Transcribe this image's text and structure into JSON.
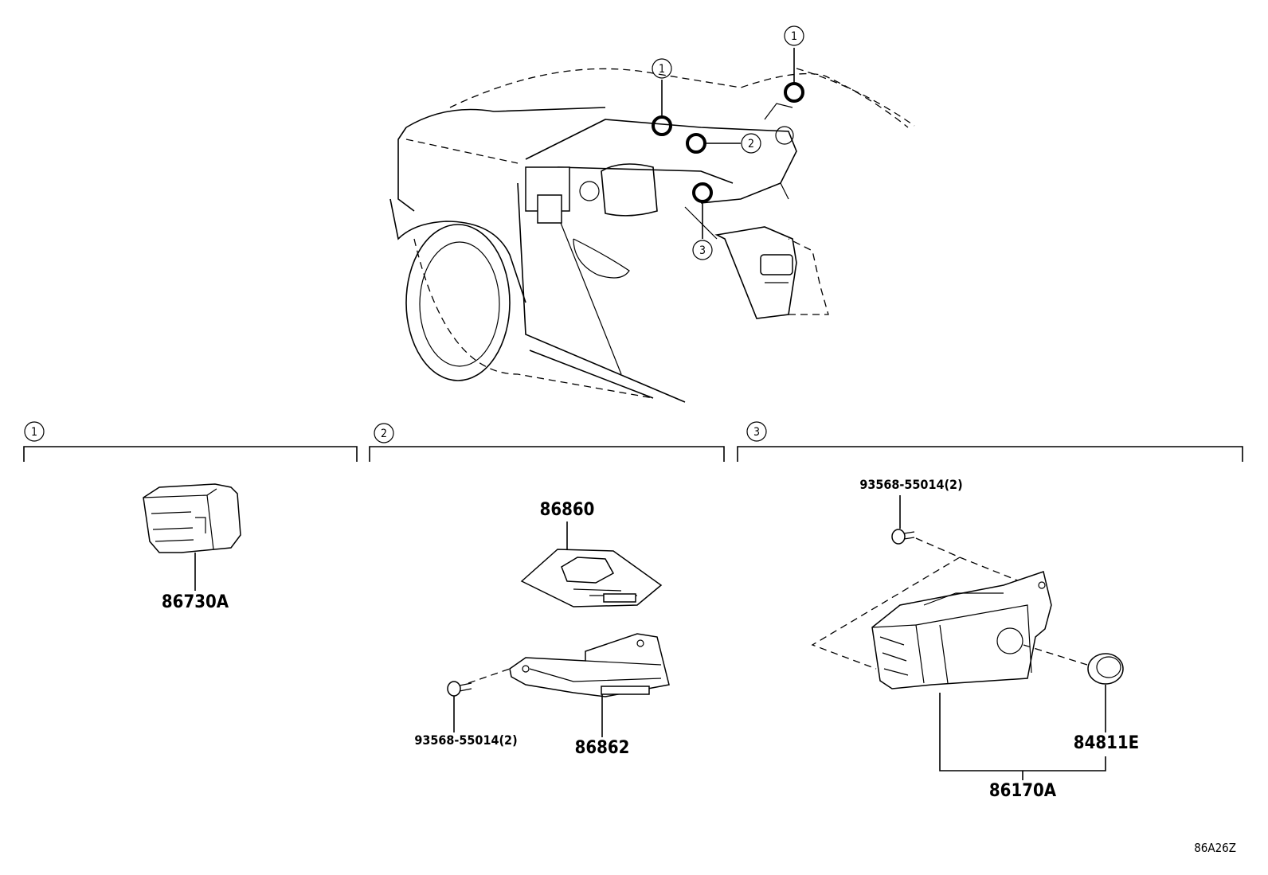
{
  "callouts": {
    "c1": "1",
    "c2": "2",
    "c3": "3"
  },
  "sections": [
    {
      "id": "1",
      "label": "1"
    },
    {
      "id": "2",
      "label": "2"
    },
    {
      "id": "3",
      "label": "3"
    }
  ],
  "parts": {
    "p86730A": "86730A",
    "p86860": "86860",
    "p86862": "86862",
    "p93568_sec2": "93568-55014(2)",
    "p93568_sec3": "93568-55014(2)",
    "p86170A": "86170A",
    "p84811E": "84811E"
  },
  "diagram_code": "86A26Z"
}
